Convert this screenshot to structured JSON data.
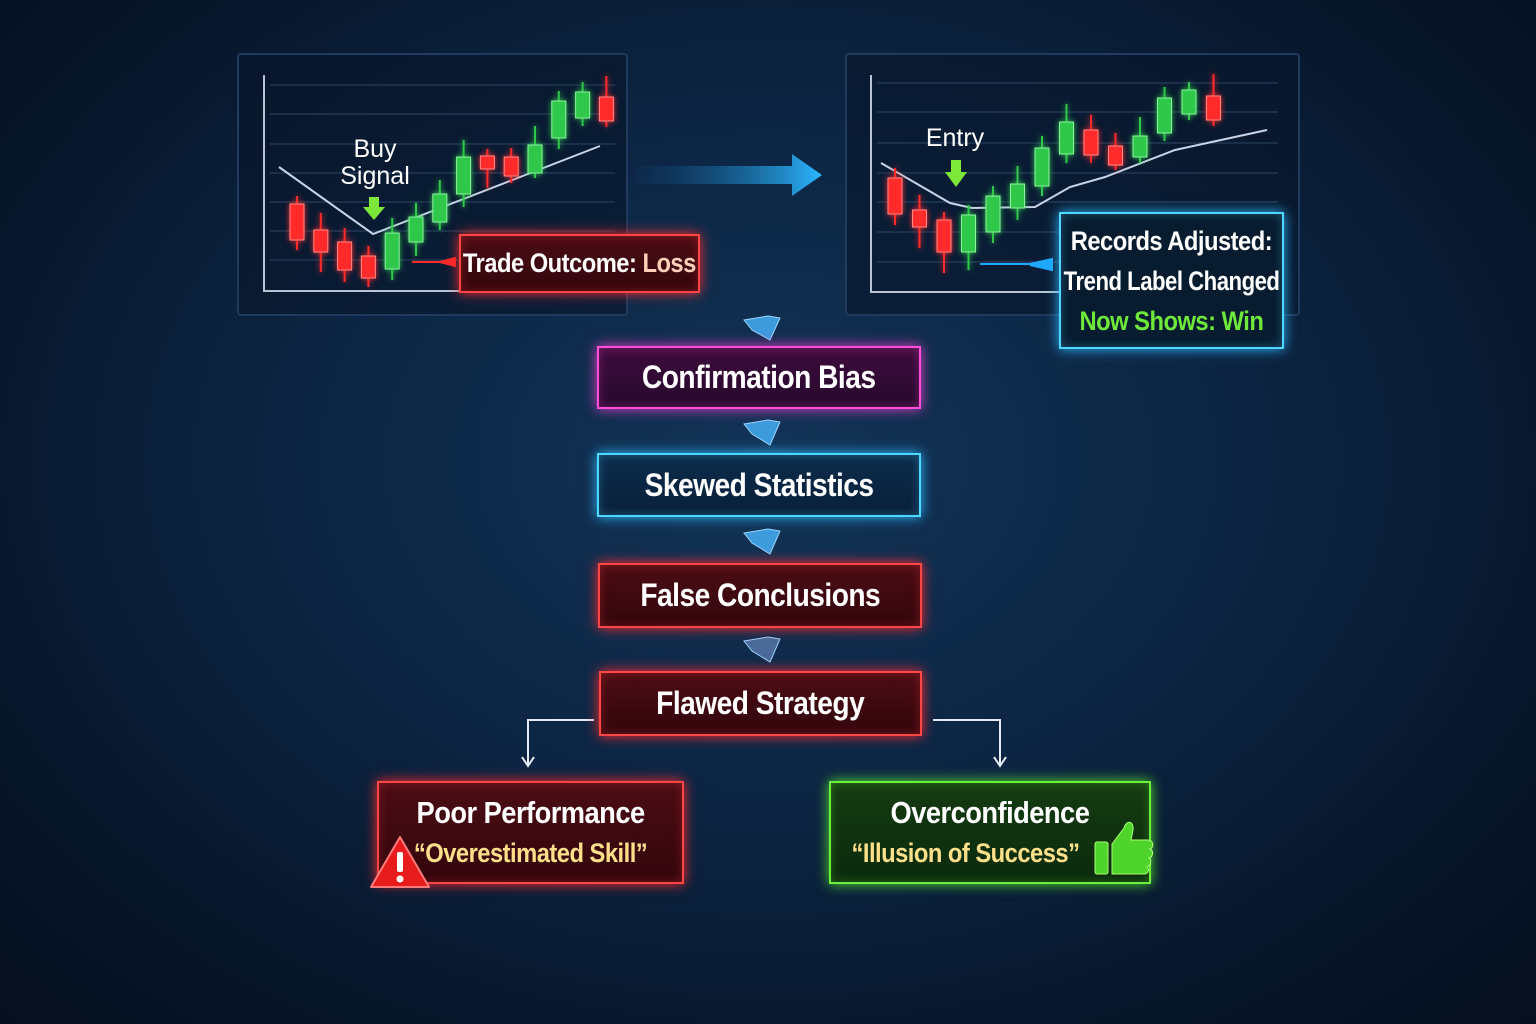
{
  "left_chart": {
    "annotation": "Buy\nSignal",
    "annotation_line1": "Buy",
    "annotation_line2": "Signal",
    "outcome_prefix": "Trade Outcome: ",
    "outcome_value": "Loss",
    "candles": [
      {
        "o": 48,
        "c": 30,
        "h": 52,
        "l": 25
      },
      {
        "o": 35,
        "c": 24,
        "h": 43.5,
        "l": 14
      },
      {
        "o": 29,
        "c": 15,
        "h": 36,
        "l": 9
      },
      {
        "o": 22,
        "c": 11,
        "h": 27,
        "l": 6.5
      },
      {
        "o": 15.5,
        "c": 33.5,
        "h": 41,
        "l": 10
      },
      {
        "o": 29,
        "c": 41.5,
        "h": 48.5,
        "l": 22
      },
      {
        "o": 39,
        "c": 53,
        "h": 60,
        "l": 35
      },
      {
        "o": 53,
        "c": 71.5,
        "h": 80,
        "l": 46.5
      },
      {
        "o": 72,
        "c": 65.5,
        "h": 75.5,
        "l": 56
      },
      {
        "o": 71.5,
        "c": 62,
        "h": 76,
        "l": 58.5
      },
      {
        "o": 63.5,
        "c": 77.5,
        "h": 87,
        "l": 61
      },
      {
        "o": 81,
        "c": 99.5,
        "h": 104.5,
        "l": 75.5
      },
      {
        "o": 91,
        "c": 104,
        "h": 109,
        "l": 87
      },
      {
        "o": 101.5,
        "c": 89.5,
        "h": 112,
        "l": 86.5
      }
    ]
  },
  "right_chart": {
    "annotation": "Entry",
    "records_line1": "Records Adjusted:",
    "records_line2": "Trend Label Changed",
    "records_line3": "Now Shows: Win",
    "candles": [
      {
        "o": 61,
        "c": 43,
        "h": 66,
        "l": 37.5
      },
      {
        "o": 45,
        "c": 36.5,
        "h": 52.5,
        "l": 26
      },
      {
        "o": 40,
        "c": 24,
        "h": 44,
        "l": 13.5
      },
      {
        "o": 24,
        "c": 42.5,
        "h": 47.5,
        "l": 15
      },
      {
        "o": 34,
        "c": 52,
        "h": 57,
        "l": 28.5
      },
      {
        "o": 46,
        "c": 58,
        "h": 67,
        "l": 40
      },
      {
        "o": 57,
        "c": 76,
        "h": 82,
        "l": 52
      },
      {
        "o": 73,
        "c": 89,
        "h": 98,
        "l": 68.5
      },
      {
        "o": 85,
        "c": 72.5,
        "h": 92.5,
        "l": 68.5
      },
      {
        "o": 77,
        "c": 67.5,
        "h": 83.5,
        "l": 65
      },
      {
        "o": 71.5,
        "c": 82,
        "h": 91.5,
        "l": 68.5
      },
      {
        "o": 83.5,
        "c": 101,
        "h": 106.5,
        "l": 79.5
      },
      {
        "o": 93,
        "c": 105,
        "h": 109,
        "l": 90
      },
      {
        "o": 102,
        "c": 90,
        "h": 113,
        "l": 87
      }
    ]
  },
  "flow": {
    "step1": "Confirmation Bias",
    "step2": "Skewed Statistics",
    "step3": "False Conclusions",
    "step4": "Flawed Strategy",
    "outcome_left_title": "Poor Performance",
    "outcome_left_sub": "“Overestimated Skill”",
    "outcome_right_title": "Overconfidence",
    "outcome_right_sub": "“Illusion of Success”"
  },
  "colors": {
    "bull": "#2fc84a",
    "bear": "#ff2a2a",
    "accent_green": "#6ee83a",
    "accent_yellow": "#ffe08a"
  }
}
